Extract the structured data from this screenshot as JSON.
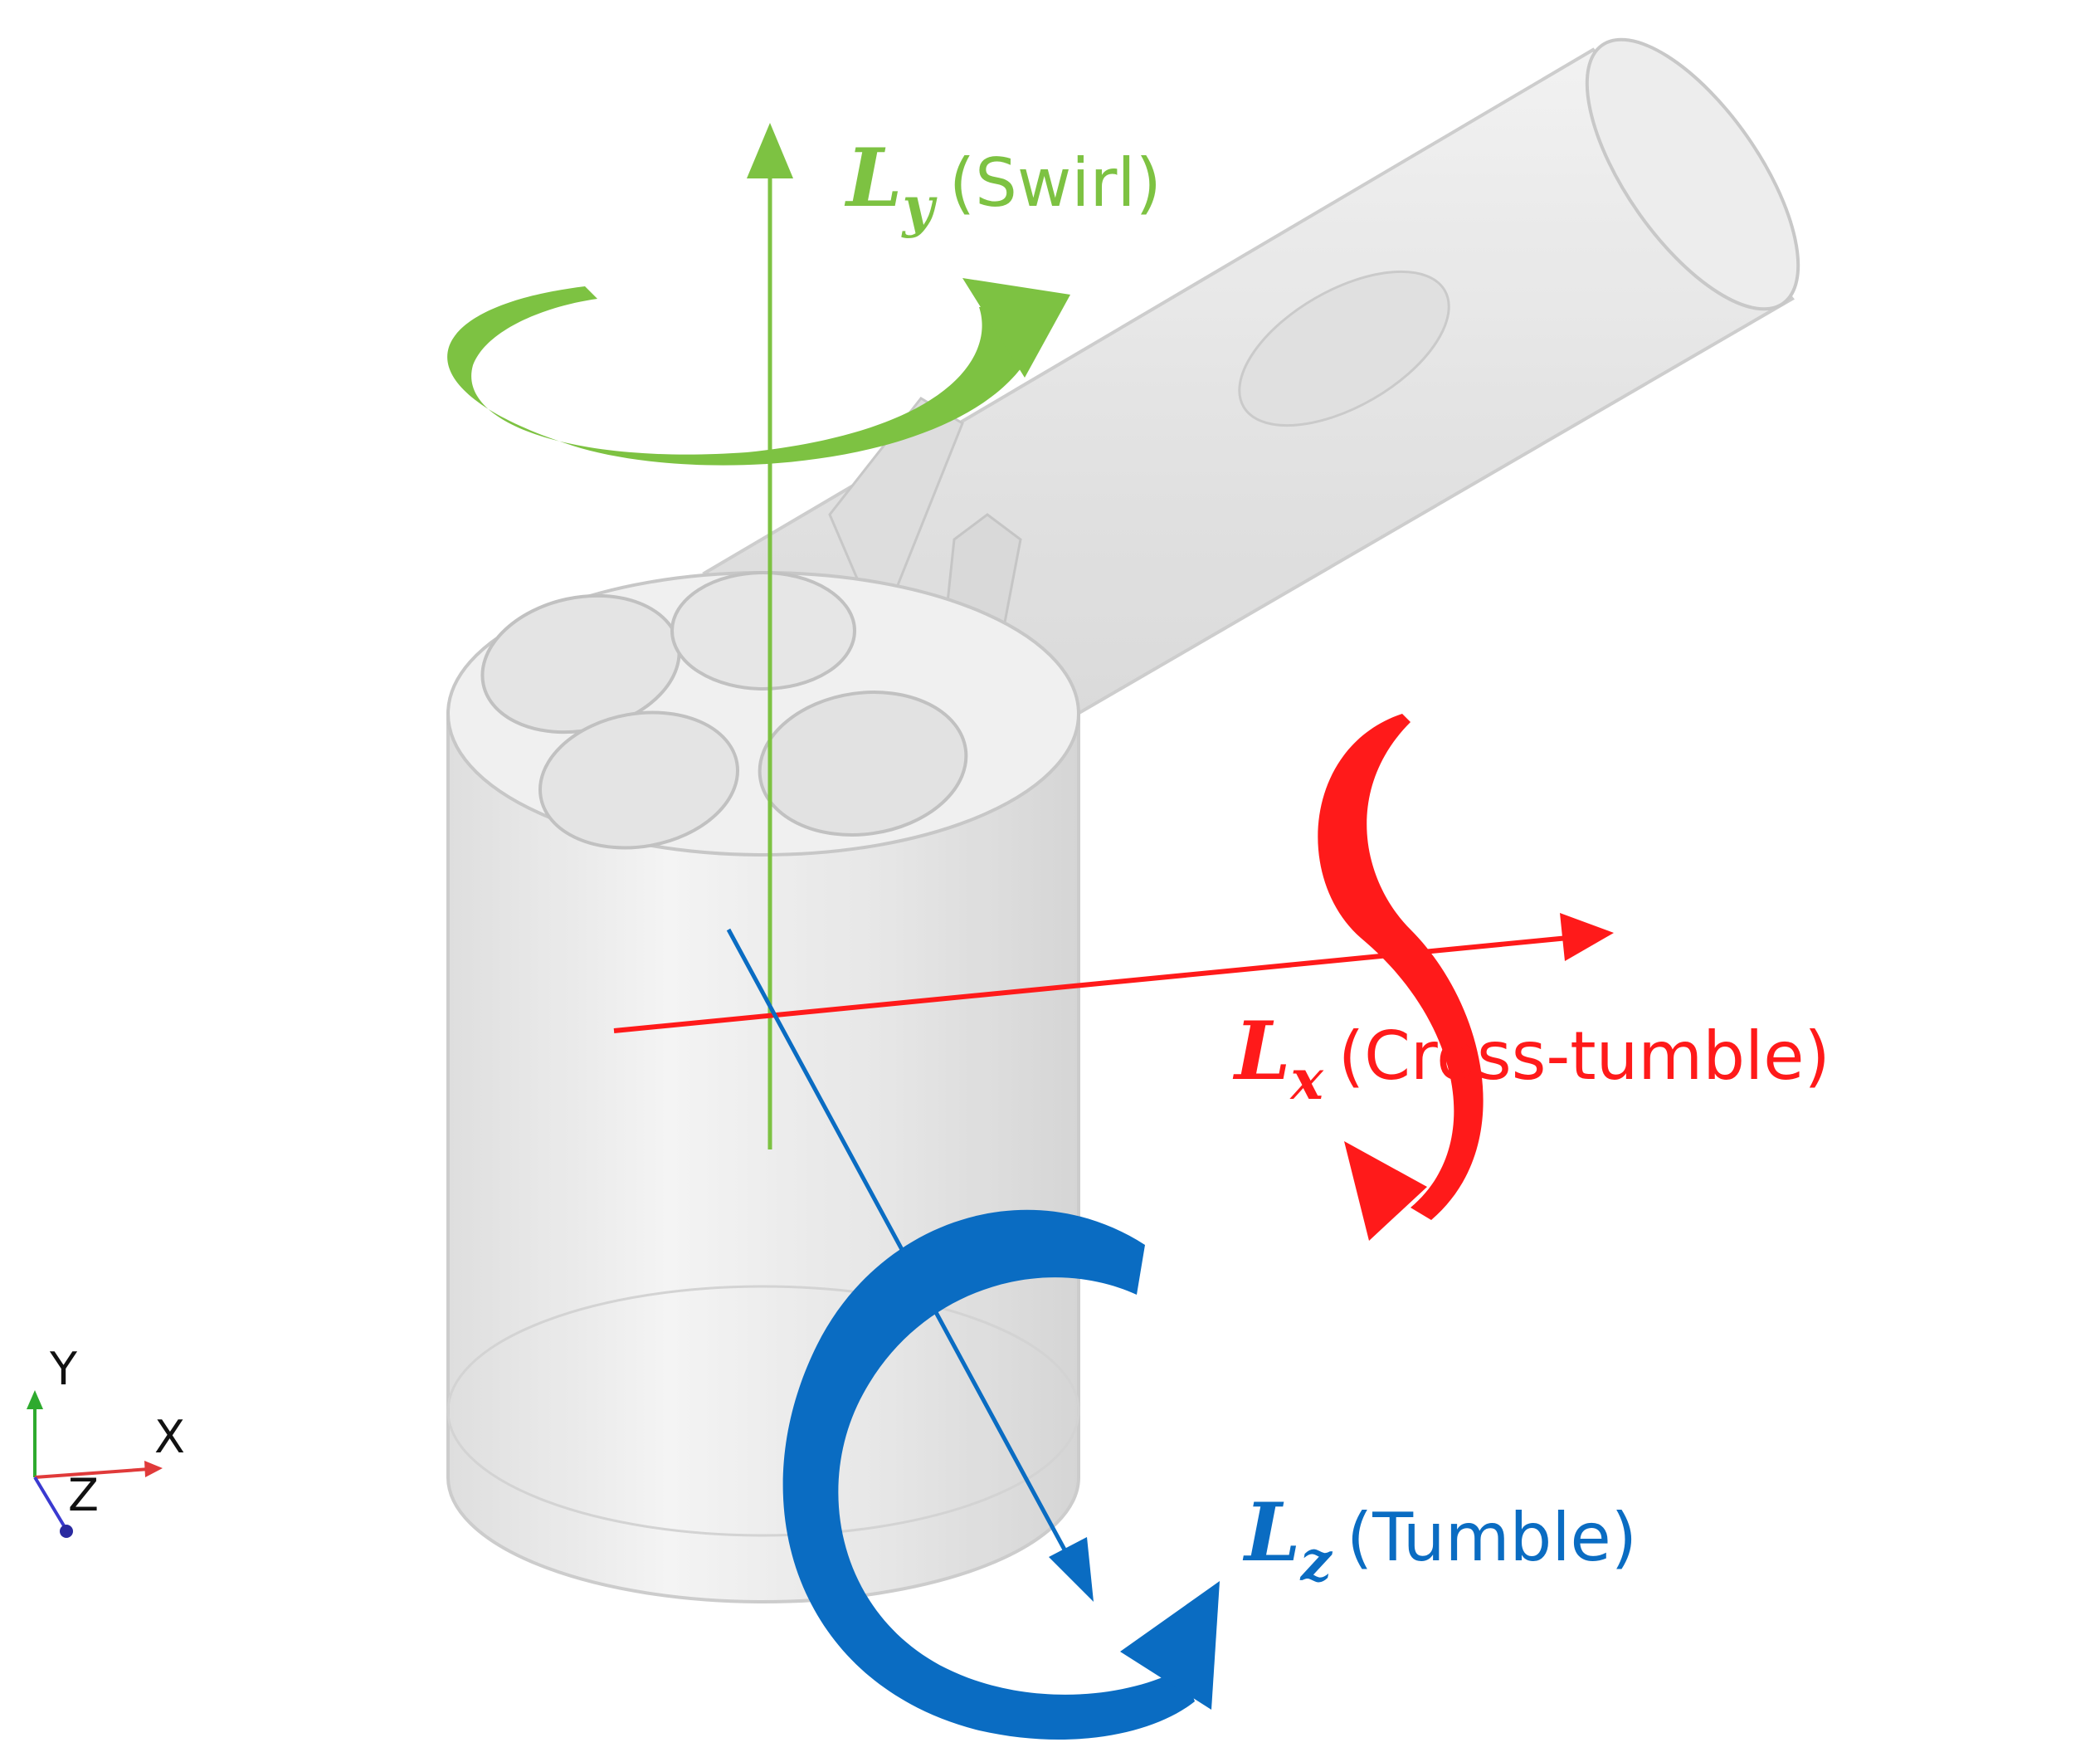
{
  "colors": {
    "swirl": "#7dc242",
    "swirl_dark": "#5f9e30",
    "cross_tumble": "#ff1a1a",
    "tumble": "#0a6cc2",
    "tumble_dark": "#0a5aa6",
    "body": "#e9e9e9",
    "outline": "#bdbdbd"
  },
  "labels": {
    "swirl": {
      "symbol": "L",
      "subscript": "y",
      "text": "(Swirl)"
    },
    "cross_tumble": {
      "symbol": "L",
      "subscript": "x",
      "text": "(Cross-tumble)"
    },
    "tumble": {
      "symbol": "L",
      "subscript": "z",
      "text": "(Tumble)"
    }
  },
  "triad": {
    "y": "Y",
    "x": "X",
    "z": "Z"
  }
}
